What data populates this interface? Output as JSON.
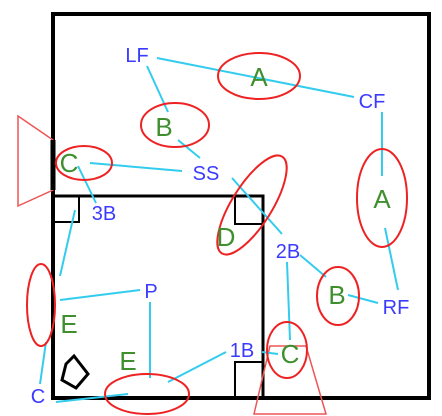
{
  "diagram": {
    "colors": {
      "field_border": "#000000",
      "connector": "#33ccee",
      "zone_outline": "#ee2222",
      "position_label": "#3b3bff",
      "grade_label": "#3f8f2f"
    },
    "positions": {
      "lf": "LF",
      "cf": "CF",
      "rf": "RF",
      "ss": "SS",
      "third_base": "3B",
      "second_base": "2B",
      "first_base": "1B",
      "pitcher": "P",
      "catcher": "C"
    },
    "zone_grades": {
      "left_center": "A",
      "right_center": "A",
      "left_field": "B",
      "right_field": "B",
      "third_base_line": "C",
      "first_base_line": "C",
      "infield": "D",
      "left_line": "E",
      "behind_plate": "E"
    }
  }
}
